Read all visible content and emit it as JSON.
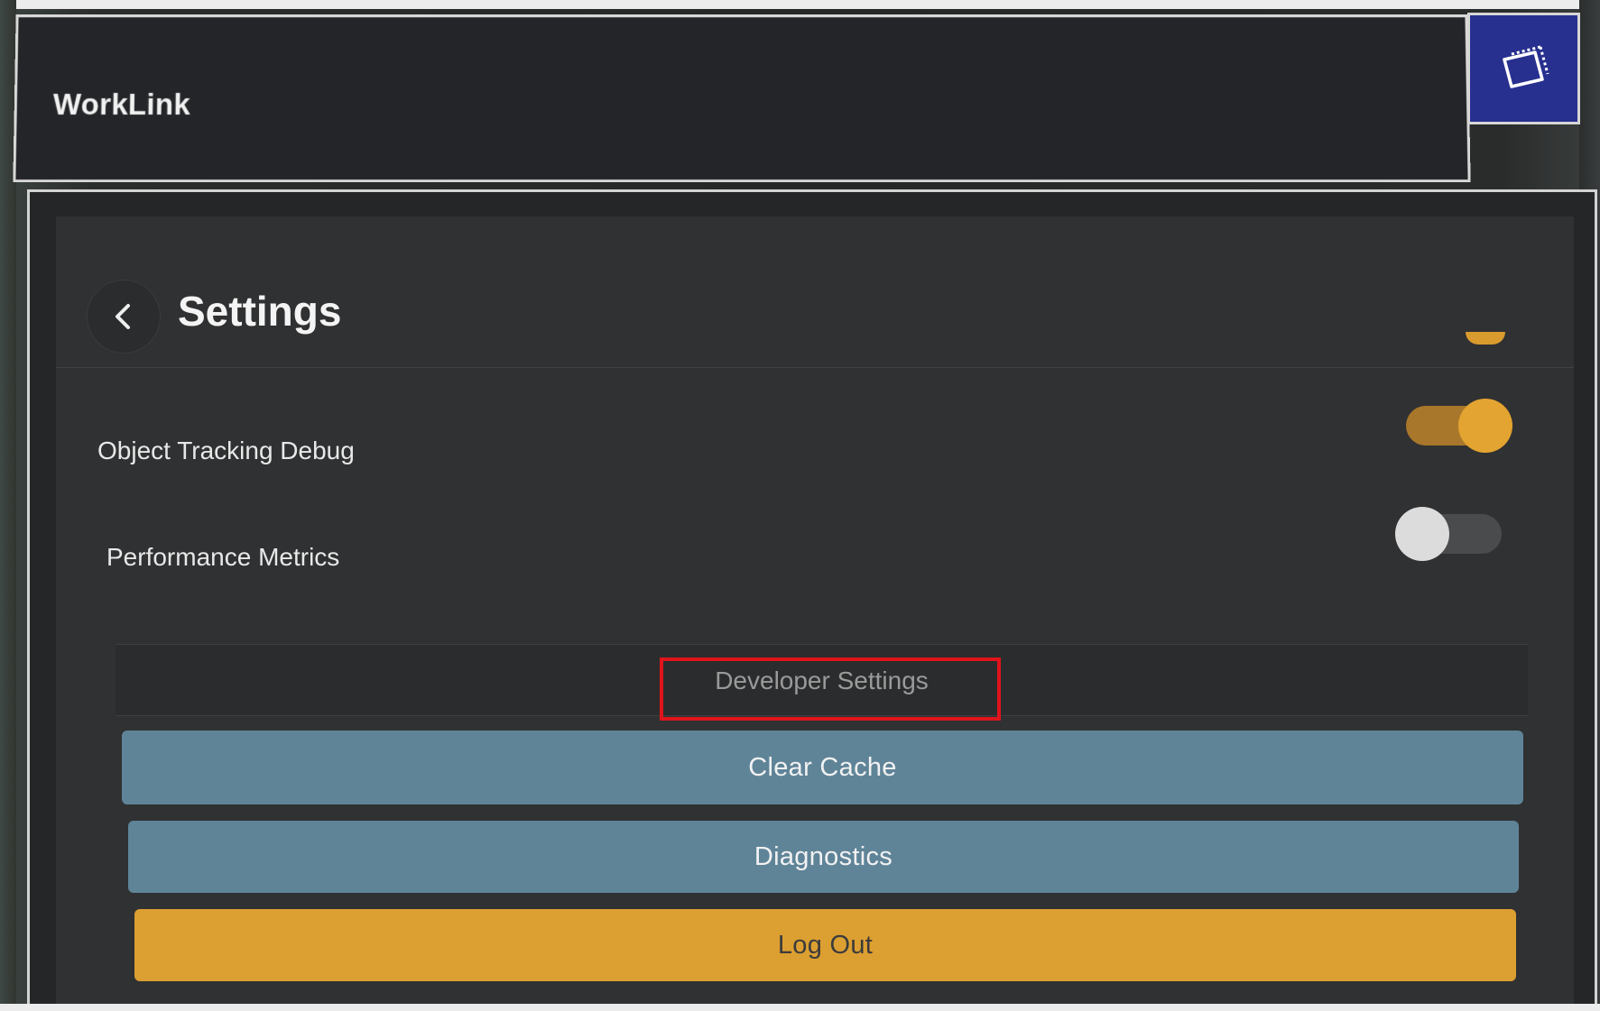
{
  "header": {
    "app_title": "WorkLink",
    "window_button_icon": "window-frame-icon"
  },
  "settings": {
    "title": "Settings",
    "back_icon": "chevron-left-icon",
    "items": [
      {
        "label": "Object Tracking Debug",
        "toggle": "on"
      },
      {
        "label": "Performance Metrics",
        "toggle": "off"
      }
    ],
    "section_label": "Developer Settings"
  },
  "actions": {
    "clear_cache": "Clear Cache",
    "diagnostics": "Diagnostics",
    "log_out": "Log Out"
  },
  "colors": {
    "accent_blue": "#5f8498",
    "accent_yellow": "#dc9f31",
    "window_button": "#27308f",
    "highlight": "#e0141b"
  }
}
